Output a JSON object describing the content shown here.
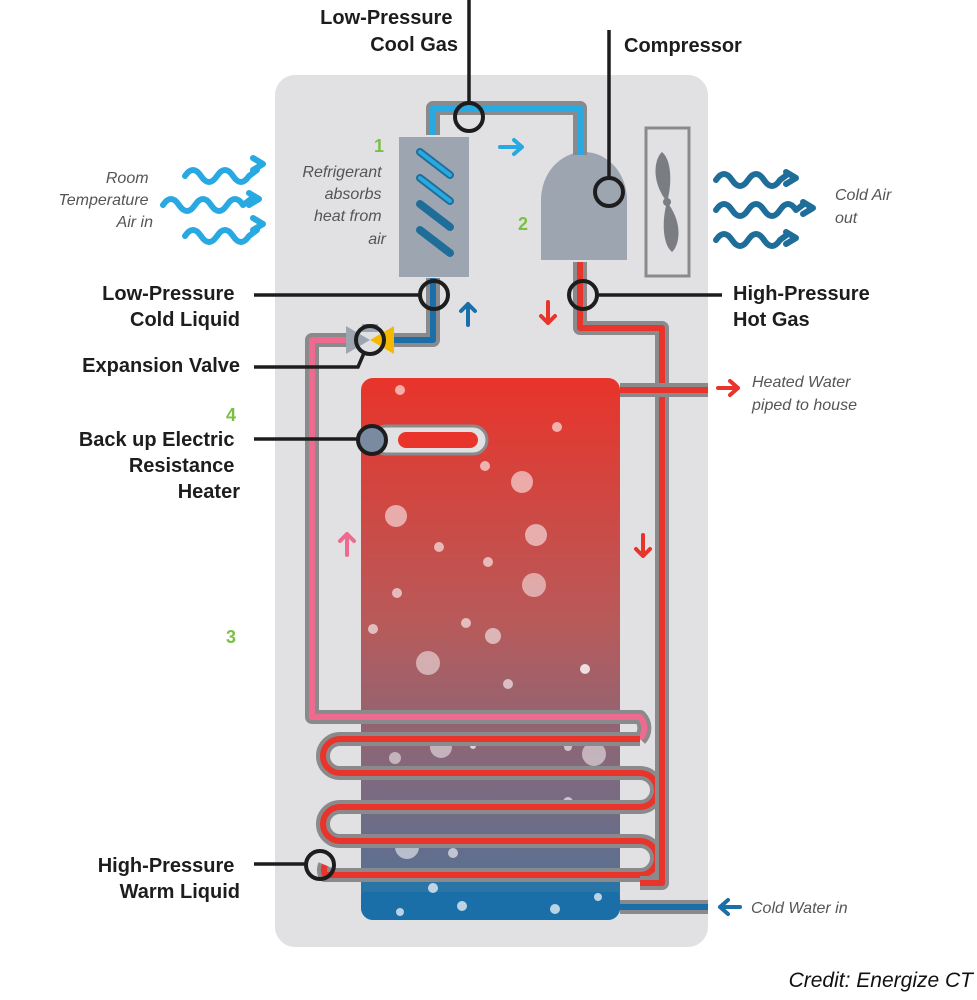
{
  "labels": {
    "low_pressure_cool_gas": [
      "Low-Pressure",
      "Cool Gas"
    ],
    "compressor": "Compressor",
    "low_pressure_cold_liquid": [
      "Low-Pressure",
      "Cold Liquid"
    ],
    "high_pressure_hot_gas": [
      "High-Pressure",
      "Hot Gas"
    ],
    "expansion_valve": "Expansion Valve",
    "backup_heater": [
      "Back up Electric",
      "Resistance",
      "Heater"
    ],
    "high_pressure_warm_liquid": [
      "High-Pressure",
      "Warm Liquid"
    ]
  },
  "notes": {
    "room_air_in": [
      "Room",
      "Temperature",
      "Air in"
    ],
    "refrigerant_absorbs": [
      "Refrigerant",
      "absorbs",
      "heat from",
      "air"
    ],
    "cold_air_out": [
      "Cold Air",
      "out"
    ],
    "heated_water": [
      "Heated Water",
      "piped to house"
    ],
    "cold_water_in": "Cold Water in"
  },
  "steps": {
    "s1": "1",
    "s2": "2",
    "s3": "3",
    "s4": "4"
  },
  "credit": "Credit: Energize CT",
  "colors": {
    "cold_pipe": "#29a9e1",
    "cold_liquid_pipe": "#1b6fa8",
    "hot_pipe": "#e8342a",
    "warm_pipe": "#ee6a8e",
    "pipe_casing": "#8a8a8c",
    "cabinet": "#e1e1e3",
    "cold_air": "#1f6e9a",
    "room_air": "#29a9e1",
    "step_number": "#7bbf44"
  },
  "icons": [
    "wave-arrow-icon",
    "fan-icon",
    "arrow-icon",
    "valve-icon"
  ]
}
